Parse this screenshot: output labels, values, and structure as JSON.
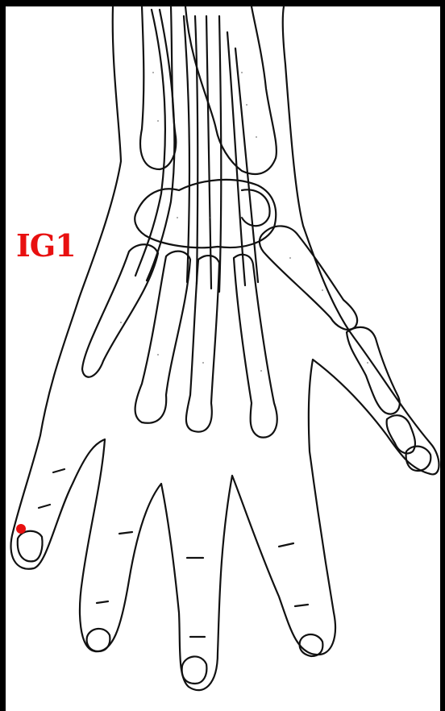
{
  "colors": {
    "background": "#000000",
    "paper": "#ffffff",
    "line": "#111111",
    "marker": "#e81010"
  },
  "point_label": "IG1",
  "icons": [
    "hand-illustration",
    "acupoint-marker"
  ]
}
